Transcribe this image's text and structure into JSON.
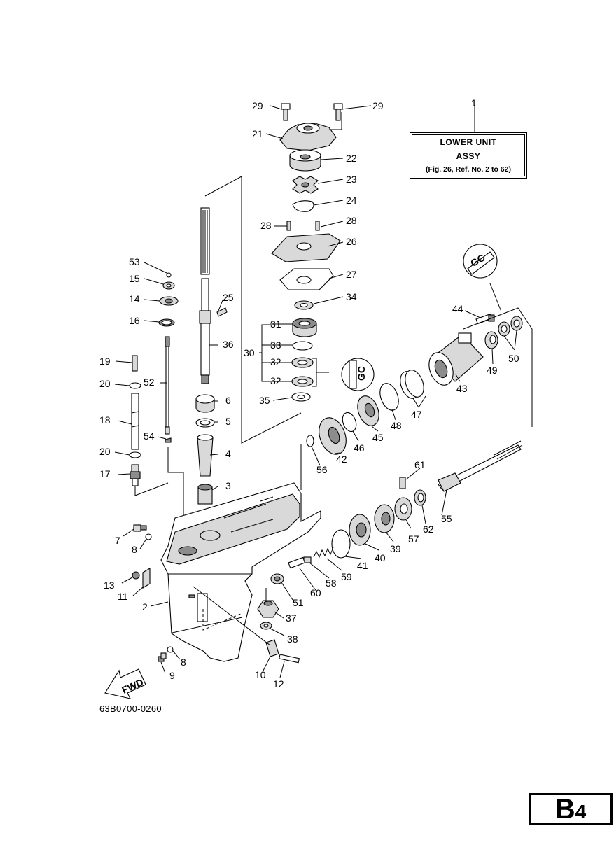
{
  "callout": {
    "ref": "1",
    "line1": "LOWER UNIT",
    "line2": "ASSY",
    "line3": "(Fig. 26, Ref. No. 2 to 62)"
  },
  "drawing_code": "63B0700-0260",
  "page_code": {
    "letter": "B",
    "number": "4"
  },
  "fwd_label": "FWD",
  "labels": {
    "p2": "2",
    "p3": "3",
    "p4": "4",
    "p5": "5",
    "p6": "6",
    "p7": "7",
    "p8a": "8",
    "p8b": "8",
    "p9": "9",
    "p10": "10",
    "p11": "11",
    "p12": "12",
    "p13": "13",
    "p14": "14",
    "p15": "15",
    "p16": "16",
    "p17": "17",
    "p18": "18",
    "p19": "19",
    "p20a": "20",
    "p20b": "20",
    "p21": "21",
    "p22": "22",
    "p23": "23",
    "p24": "24",
    "p25": "25",
    "p26": "26",
    "p27": "27",
    "p28a": "28",
    "p28b": "28",
    "p29a": "29",
    "p29b": "29",
    "p30": "30",
    "p31": "31",
    "p32a": "32",
    "p32b": "32",
    "p33": "33",
    "p34": "34",
    "p35": "35",
    "p36": "36",
    "p37": "37",
    "p38": "38",
    "p39": "39",
    "p40": "40",
    "p41": "41",
    "p42": "42",
    "p43": "43",
    "p44": "44",
    "p45": "45",
    "p46": "46",
    "p47": "47",
    "p48": "48",
    "p49": "49",
    "p50": "50",
    "p51": "51",
    "p52": "52",
    "p53": "53",
    "p54": "54",
    "p55": "55",
    "p56": "56",
    "p57": "57",
    "p58": "58",
    "p59": "59",
    "p60": "60",
    "p61": "61",
    "p62": "62"
  }
}
